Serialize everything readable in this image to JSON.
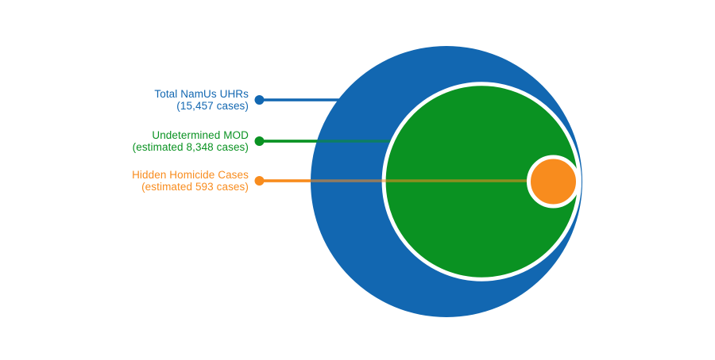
{
  "page": {
    "background_color": "#ffffff"
  },
  "chart_data": {
    "type": "nested_circles",
    "title": "",
    "layout": {
      "style": "area-proportional Euler diagram, circles internally tangent at right edge",
      "labels_position": "left, right-aligned text with leader lines and dots",
      "inner_circle_ring_color": "#ffffff"
    },
    "series": [
      {
        "id": "total-namus-uhrs",
        "label": "Total NamUs UHRs",
        "sublabel": "(15,457 cases)",
        "value": 15457,
        "estimated": false,
        "color": "#1267b1"
      },
      {
        "id": "undetermined-mod",
        "label": "Undetermined MOD",
        "sublabel": "(estimated 8,348 cases)",
        "value": 8348,
        "estimated": true,
        "color": "#0a9222"
      },
      {
        "id": "hidden-homicide-cases",
        "label": "Hidden Homicide Cases",
        "sublabel": "(estimated 593 cases)",
        "value": 593,
        "estimated": true,
        "color": "#f88c1e"
      }
    ]
  }
}
